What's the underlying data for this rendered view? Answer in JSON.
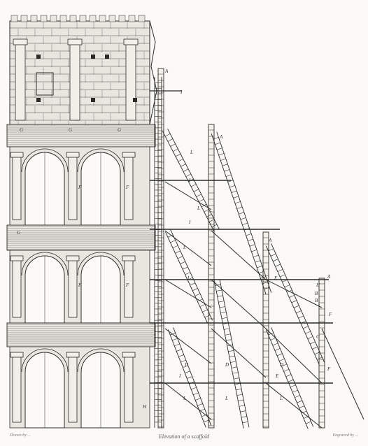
{
  "plate": {
    "caption": "Elevation of a scaffold",
    "credit_left": "Drawn by ...",
    "credit_right": "Engraved by ..."
  },
  "labels": {
    "A": "A",
    "B": "B",
    "C": "C",
    "D": "D",
    "E": "E",
    "F": "F",
    "G": "G",
    "H": "H",
    "I": "I",
    "L": "L"
  },
  "colors": {
    "ink": "#2a2a2a",
    "paper": "#fbfaf7",
    "stone": "#e9e6df"
  }
}
